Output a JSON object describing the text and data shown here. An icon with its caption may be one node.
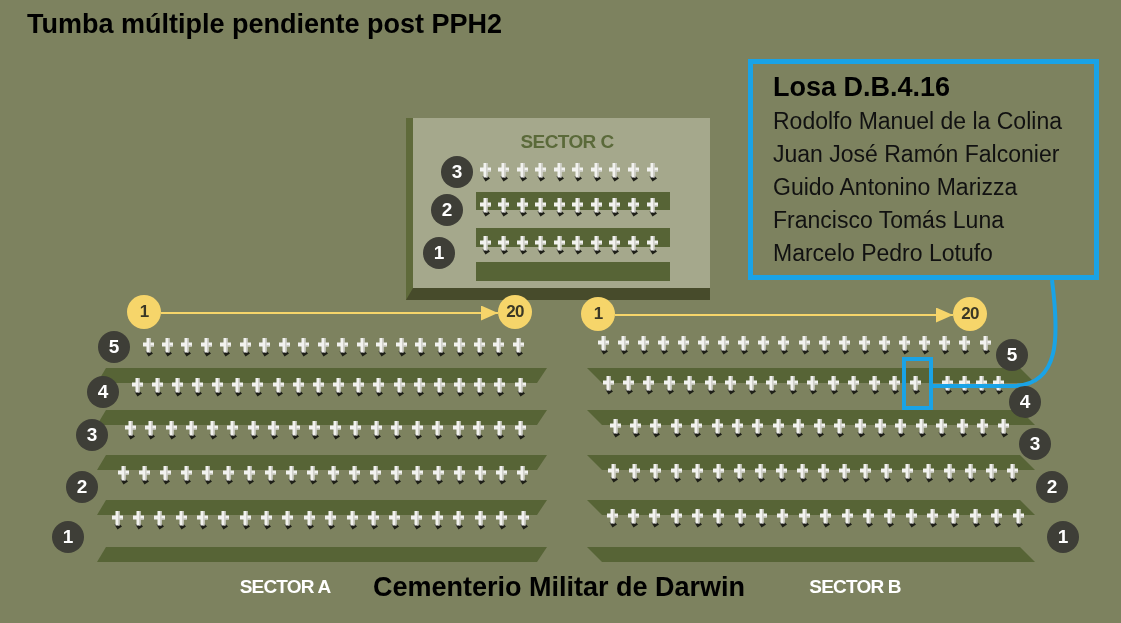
{
  "diagram": {
    "title": "Tumba múltiple pendiente post PPH2",
    "caption": "Cementerio Militar de Darwin",
    "nodes": [
      {
        "text": [
          "SECTOR C"
        ]
      },
      {
        "text": [
          "3"
        ],
        "in": 0
      },
      {
        "text": [
          "2"
        ],
        "in": 0
      },
      {
        "text": [
          "1"
        ],
        "in": 0
      },
      {
        "text": [
          "Losa D.B.4.16",
          "Rodolfo Manuel de la Colina",
          "Juan José Ramón Falconier",
          "Guido Antonino Marizza",
          "Francisco Tomás Luna",
          "Marcelo Pedro Lotufo"
        ]
      },
      {
        "text": [
          "1"
        ]
      },
      {
        "text": [
          "20"
        ]
      },
      {
        "text": [
          "1"
        ]
      },
      {
        "text": [
          "20"
        ]
      },
      {
        "text": [
          "5"
        ]
      },
      {
        "text": [
          "4"
        ]
      },
      {
        "text": [
          "3"
        ]
      },
      {
        "text": [
          "2"
        ]
      },
      {
        "text": [
          "1"
        ]
      },
      {
        "text": [
          "5"
        ]
      },
      {
        "text": [
          "4"
        ]
      },
      {
        "text": [
          "3"
        ]
      },
      {
        "text": [
          "2"
        ]
      },
      {
        "text": [
          "1"
        ]
      },
      {
        "text": [],
        "shape": "box"
      }
    ],
    "edges": [
      {
        "from": 5,
        "to": 6,
        "arrow": "to"
      },
      {
        "from": 7,
        "to": 8,
        "arrow": "to"
      },
      {
        "from": 4,
        "to": 19,
        "arrow": "none",
        "style": "thick",
        "color": "#1aa3e6"
      }
    ],
    "labels": [
      "SECTOR A",
      "SECTOR B"
    ]
  }
}
